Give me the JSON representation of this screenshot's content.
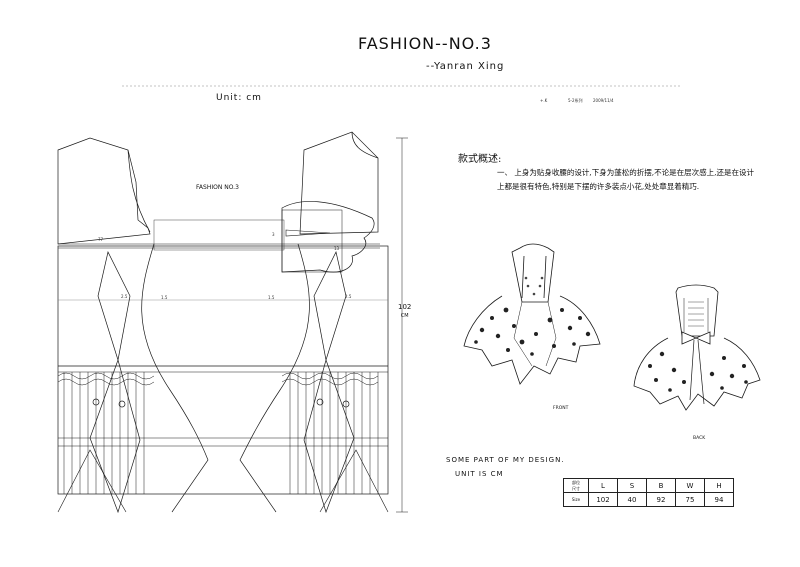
{
  "header": {
    "title": "FASHION--NO.3",
    "author": "--Yanran Xing",
    "unit": "Unit: cm",
    "small_notes": [
      "+.K",
      "5-2系列",
      "2009/11/4"
    ]
  },
  "pattern": {
    "label": "FASHION NO.3",
    "length_value": "102",
    "length_unit": "CM",
    "marks": [
      "77",
      "1.5",
      "1.5",
      "2.5",
      "2.5",
      "3",
      "13"
    ]
  },
  "description": {
    "heading": "款式概述:",
    "text": "一、 上身为贴身收腰的设计,下身为蓬松的折摆,不论是在层次感上,还是在设计上都是很有特色,特别是下摆的许多装点小花,处处章显着精巧."
  },
  "sketches": {
    "front_label": "FRONT",
    "back_label": "BACK"
  },
  "notes": {
    "line1": "SOME PART OF MY DESIGN.",
    "line2": "UNIT IS CM"
  },
  "size_table": {
    "corner_top": "部位",
    "corner_bottom": "尺寸",
    "headers": [
      "L",
      "S",
      "B",
      "W",
      "H"
    ],
    "row_label": "Size",
    "values": [
      "102",
      "40",
      "92",
      "75",
      "94"
    ]
  }
}
